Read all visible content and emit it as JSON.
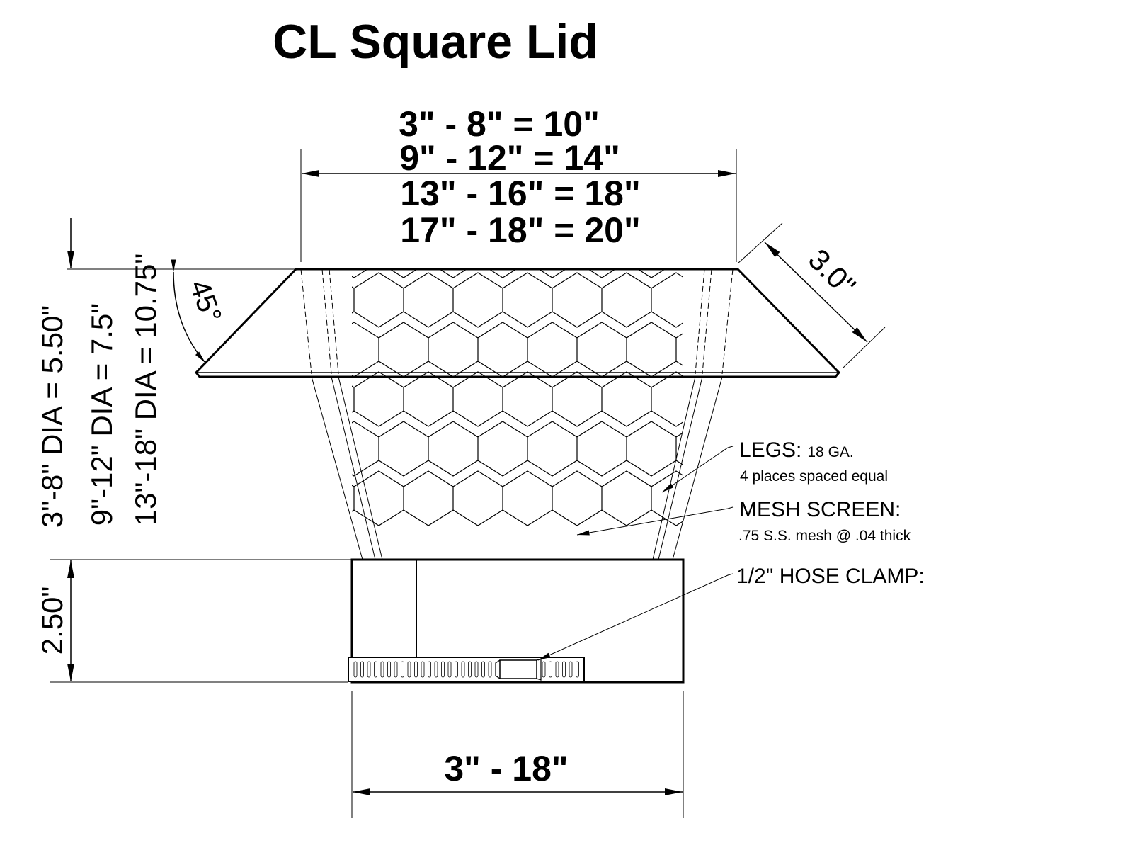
{
  "title": "CL Square Lid",
  "top_dimension": [
    "3\" - 8\" = 10\"",
    "9\" - 12\" = 14\"",
    "13\" - 16\" = 18\"",
    "17\" - 18\" = 20\""
  ],
  "side_dimensions": {
    "height_small": "3\"-8\" DIA = 5.50\"",
    "height_medium": "9\"-12\" DIA = 7.5\"",
    "height_large": "13\"-18\" DIA = 10.75\"",
    "collar_height": "2.50\""
  },
  "angle": "45°",
  "overhang": "3.0\"",
  "bottom_dimension": "3\" - 18\"",
  "callouts": {
    "legs_title": "LEGS:",
    "legs_gauge": "18 GA.",
    "legs_note": "4 places spaced equal",
    "mesh_title": "MESH SCREEN:",
    "mesh_note": ".75 S.S. mesh @ .04 thick",
    "clamp_title": "1/2\" HOSE CLAMP:"
  }
}
